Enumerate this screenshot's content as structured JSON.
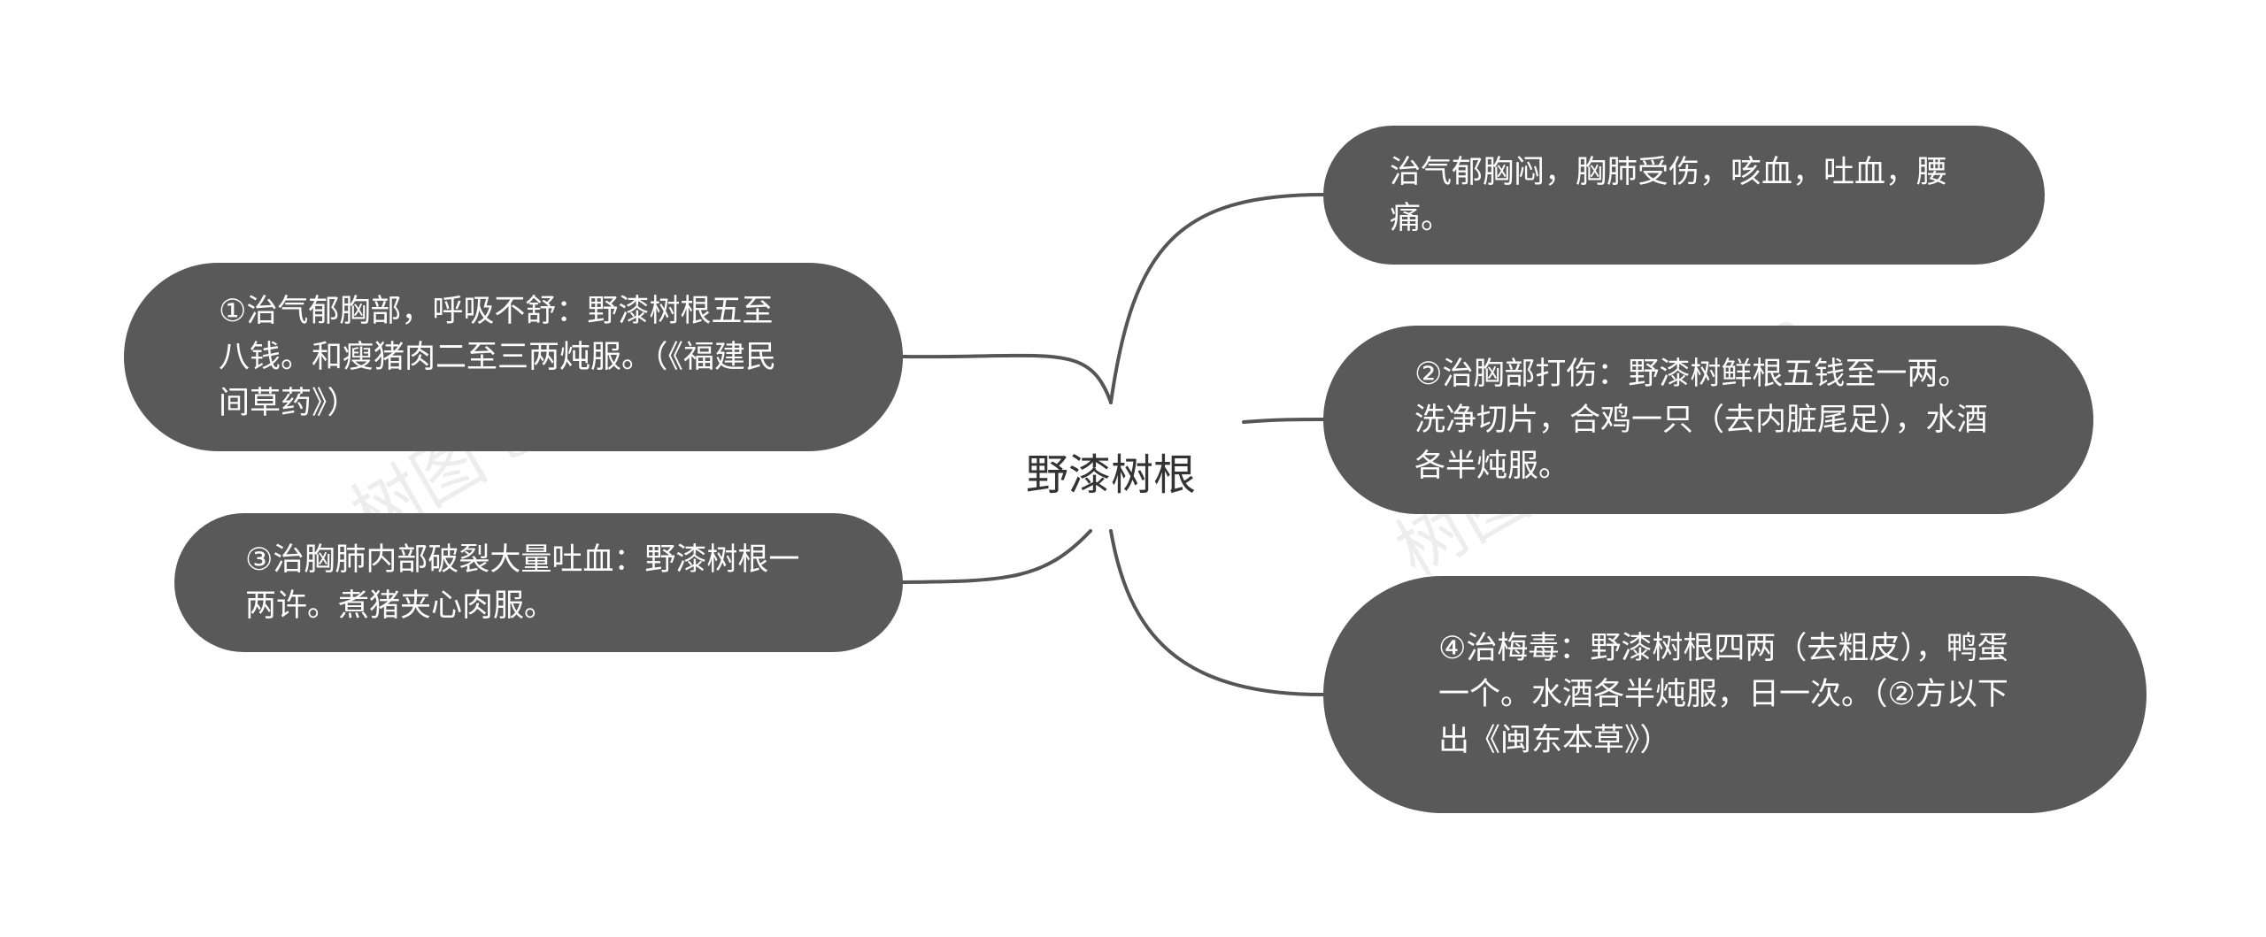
{
  "center": {
    "title": "野漆树根"
  },
  "branches": {
    "left": [
      {
        "text": "①治气郁胸部，呼吸不舒：野漆树根五至八钱。和瘦猪肉二至三两炖服。（《福建民间草药》）"
      },
      {
        "text": "③治胸肺内部破裂大量吐血：野漆树根一两许。煮猪夹心肉服。"
      }
    ],
    "right": [
      {
        "text": "治气郁胸闷，胸肺受伤，咳血，吐血，腰痛。"
      },
      {
        "text": "②治胸部打伤：野漆树鲜根五钱至一两。洗净切片，合鸡一只（去内脏尾足），水酒各半炖服。"
      },
      {
        "text": "④治梅毒：野漆树根四两（去粗皮），鸭蛋一个。水酒各半炖服，日一次。（②方以下出《闽东本草》）"
      }
    ]
  },
  "watermark": {
    "text": "树图 shutu.cn"
  },
  "colors": {
    "node_fill": "#595959",
    "node_text": "#ffffff",
    "connector": "#555555",
    "center_text": "#333333"
  }
}
